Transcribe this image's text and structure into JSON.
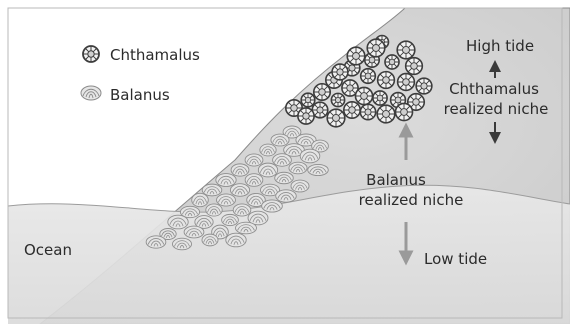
{
  "legend": {
    "items": [
      {
        "label": "Chthamalus",
        "icon": "chthamalus-barnacle-icon"
      },
      {
        "label": "Balanus",
        "icon": "balanus-barnacle-icon"
      }
    ]
  },
  "labels": {
    "high_tide": "High tide",
    "chthamalus_niche": [
      "Chthamalus",
      "realized niche"
    ],
    "balanus_niche": [
      "Balanus",
      "realized niche"
    ],
    "low_tide": "Low tide",
    "ocean": "Ocean"
  },
  "colors": {
    "rock": "#d3d3d3",
    "rock_shade": "#c4c4c4",
    "sea": "#e4e4e4",
    "sky": "#ffffff",
    "arrow_dark": "#3a3a3a",
    "arrow_light": "#9a9a9a",
    "barnacle_ring": "#3d3d3d",
    "barnacle_fill": "#f2f2f2"
  }
}
